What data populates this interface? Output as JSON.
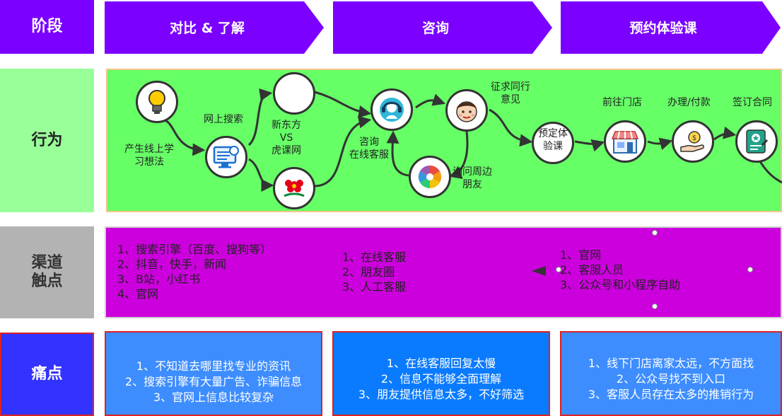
{
  "row_labels": {
    "stage": "阶段",
    "behavior": "行为",
    "channel": "渠道\n触点",
    "pain": "痛点"
  },
  "stages": [
    "对比 & 了解",
    "咨询",
    "预约体验课"
  ],
  "behavior_nodes": {
    "idea": "产生线上学\n习想法",
    "web_search": "网上搜索",
    "compare": "新东方\nVS\n虎课网",
    "consult_online": "咨询\n在线客服",
    "ask_friends": "询问周边\n朋友",
    "peer_opinion": "征求同行\n意见",
    "book_trial": "预定体\n验课",
    "go_store": "前往门店",
    "pay": "办理/付款",
    "contract": "签订合同"
  },
  "channels": [
    [
      "1、搜索引擎（百度、搜狗等）",
      "2、抖音，快手，新闻",
      "3、B站，小红书",
      "4、官网"
    ],
    [
      "1、在线客服",
      "2、朋友圈",
      "3、人工客服"
    ],
    [
      "1、官网",
      "2、客服人员",
      "3、公众号和小程序自助"
    ]
  ],
  "pain_points": [
    [
      "1、不知道去哪里找专业的资讯",
      "2、搜索引擎有大量广告、诈骗信息",
      "3、官网上信息比较复杂"
    ],
    [
      "1、在线客服回复太慢",
      "2、信息不能够全面理解",
      "3、朋友提供信息太多，不好筛选"
    ],
    [
      "1、线下门店离家太远，不方面找",
      "2、公众号找不到入口",
      "3、客服人员存在太多的推销行为"
    ]
  ],
  "colors": {
    "stage_purple": "#7b00ff",
    "behavior_label": "#99ff99",
    "behavior_area": "#66ff66",
    "channel_label": "#b3b3b3",
    "channel_area": "#cc00dd",
    "pain_label": "#3333ff",
    "pain_box": "#3d8dff"
  }
}
